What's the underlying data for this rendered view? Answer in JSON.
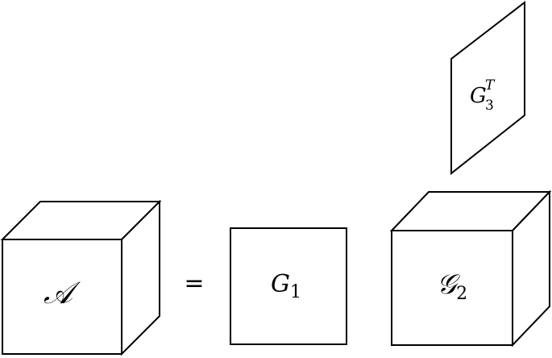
{
  "diagram": {
    "equals": "=",
    "tensor_a": {
      "symbol": "𝒜"
    },
    "matrix_g1": {
      "symbol": "G",
      "subscript": "1"
    },
    "tensor_g2": {
      "symbol": "𝒢",
      "subscript": "2"
    },
    "matrix_g3t": {
      "symbol": "G",
      "superscript": "T",
      "subscript": "3"
    }
  },
  "colors": {
    "stroke": "#000000",
    "fill": "#ffffff"
  }
}
